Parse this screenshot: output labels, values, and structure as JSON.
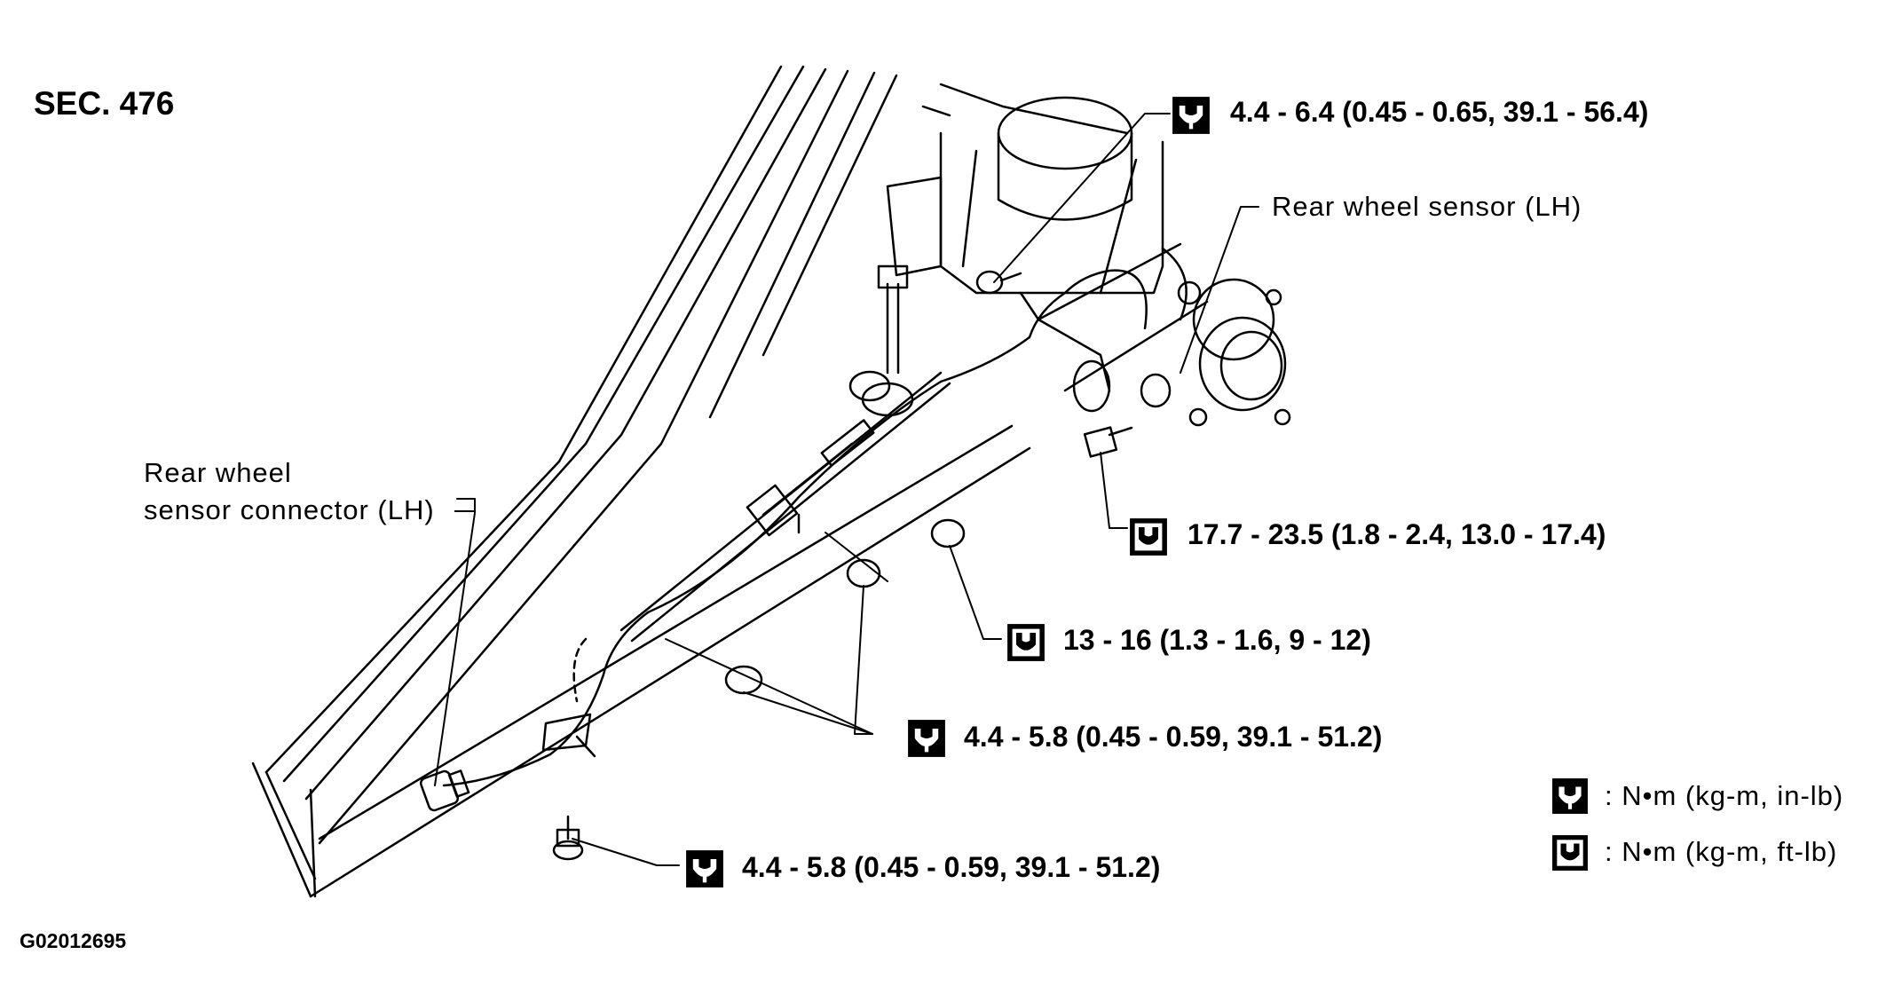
{
  "section_label": "SEC. 476",
  "figure_id": "G02012695",
  "torque_specs": {
    "top": "4.4 - 6.4 (0.45 - 0.65, 39.1 - 56.4)",
    "bolt_right": "17.7 - 23.5 (1.8 - 2.4, 13.0 - 17.4)",
    "nut_upper": "13 - 16 (1.3 - 1.6, 9 - 12)",
    "nuts_lower": "4.4 - 5.8 (0.45 - 0.59, 39.1 - 51.2)",
    "bolt_bottom": "4.4 - 5.8 (0.45 - 0.59, 39.1 - 51.2)"
  },
  "labels": {
    "rear_wheel_sensor": "Rear wheel sensor (LH)",
    "connector_line1": "Rear wheel",
    "connector_line2": "sensor connector (LH)"
  },
  "legend": {
    "in_lb": ": N•m (kg-m, in-lb)",
    "ft_lb": ": N•m (kg-m, ft-lb)"
  },
  "icons": {
    "in_lb": "torque-wrench-filled-icon",
    "ft_lb": "torque-wrench-outline-icon"
  }
}
